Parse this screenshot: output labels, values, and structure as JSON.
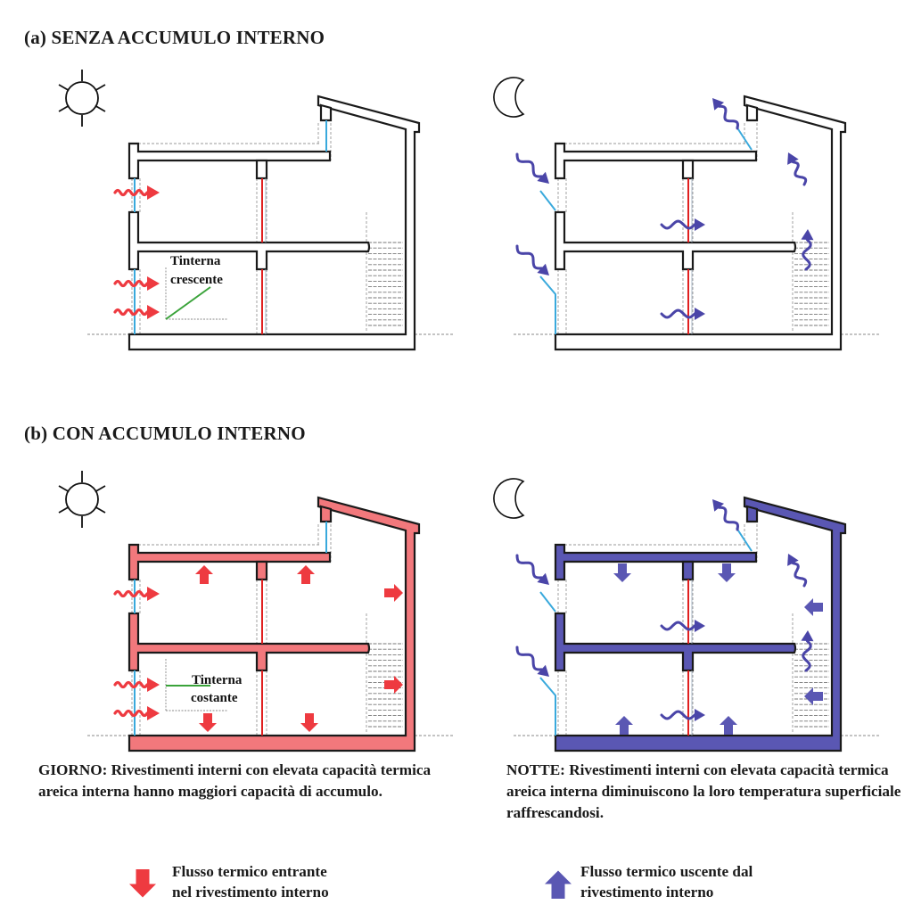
{
  "sections": {
    "a": {
      "title": "(a) SENZA ACCUMULO INTERNO",
      "accumulation": false
    },
    "b": {
      "title": "(b)  CON ACCUMULO INTERNO",
      "accumulation": true
    }
  },
  "panels": [
    {
      "id": "a-day",
      "section": "a",
      "time": "day",
      "sky_icon": "sun-icon",
      "graph": {
        "label_line1": "Tinterna",
        "label_line2": "crescente",
        "trend": "increasing"
      }
    },
    {
      "id": "a-night",
      "section": "a",
      "time": "night",
      "sky_icon": "moon-icon"
    },
    {
      "id": "b-day",
      "section": "b",
      "time": "day",
      "sky_icon": "sun-icon",
      "graph": {
        "label_line1": "Tinterna",
        "label_line2": "costante",
        "trend": "constant"
      }
    },
    {
      "id": "b-night",
      "section": "b",
      "time": "night",
      "sky_icon": "moon-icon"
    }
  ],
  "captions": {
    "day": "GIORNO: Rivestimenti interni con elevata capacità termica areica interna hanno maggiori capacità di accumulo.",
    "night": "NOTTE: Rivestimenti interni con elevata capacità termica areica interna diminuiscono la loro temperatura superficiale raffrescandosi."
  },
  "legend": {
    "incoming": {
      "line1": "Flusso termico entrante",
      "line2": "nel rivestimento interno",
      "icon": "arrow-down-icon"
    },
    "outgoing": {
      "line1": "Flusso termico uscente dal",
      "line2": "rivestimento interno",
      "icon": "arrow-up-icon"
    }
  },
  "colors": {
    "heat_red": "#ee3a40",
    "storage_fill_day": "#f2787c",
    "storage_fill_night": "#5a57b3",
    "cool_blue_arrow": "#4a45a8",
    "glass_blue": "#39a9dc",
    "partition_red": "#e02020",
    "graph_green": "#3aa33a",
    "outline": "#1a1a1a"
  }
}
